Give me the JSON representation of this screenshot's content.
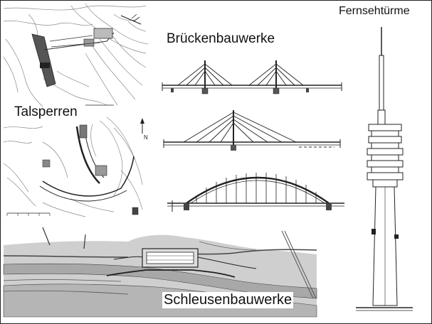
{
  "labels": {
    "talsperren": "Talsperren",
    "brueckenbauwerke": "Brückenbauwerke",
    "fernsehtuerme": "Fernsehtürme",
    "schleusenbauwerke": "Schleusenbauwerke"
  },
  "north_arrow": "N",
  "colors": {
    "line": "#222222",
    "contour": "#888888",
    "water": "#b8b8b8",
    "background": "#ffffff"
  }
}
